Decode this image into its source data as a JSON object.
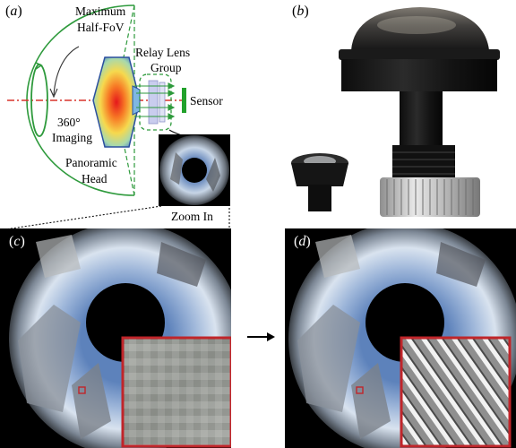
{
  "panels": {
    "a": {
      "label_open": "(",
      "label_letter": "a",
      "label_close": ")"
    },
    "b": {
      "label_open": "(",
      "label_letter": "b",
      "label_close": ")"
    },
    "c": {
      "label_open": "(",
      "label_letter": "c",
      "label_close": ")"
    },
    "d": {
      "label_open": "(",
      "label_letter": "d",
      "label_close": ")"
    }
  },
  "schematic": {
    "max_fov_line1": "Maximum",
    "max_fov_line2": "Half-FoV",
    "relay_line1": "Relay Lens",
    "relay_line2": "Group",
    "sensor": "Sensor",
    "imaging_line1": "360°",
    "imaging_line2": "Imaging",
    "head_line1": "Panoramic",
    "head_line2": "Head",
    "zoom": "Zoom In"
  },
  "colors": {
    "green": "#2e9a3c",
    "red_dashed": "#d9332b",
    "sensor_green": "#22a12b",
    "zoom_box_red": "#c0252a",
    "arrow": "#000000"
  }
}
